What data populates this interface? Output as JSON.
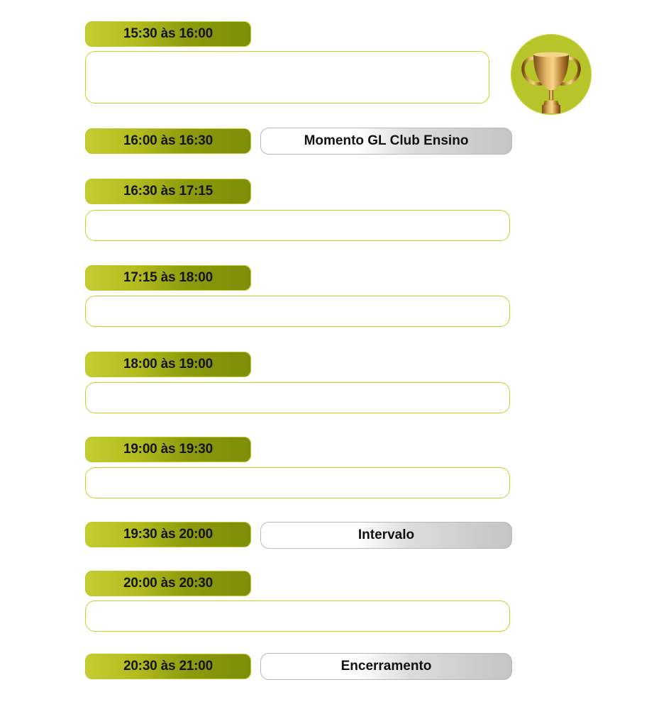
{
  "schedule": [
    {
      "time": "15:30 às 16:00",
      "event": ""
    },
    {
      "time": "16:00 às 16:30",
      "event": "Momento GL Club Ensino"
    },
    {
      "time": "16:30 às 17:15",
      "event": ""
    },
    {
      "time": "17:15 às 18:00",
      "event": ""
    },
    {
      "time": "18:00 às 19:00",
      "event": ""
    },
    {
      "time": "19:00 às 19:30",
      "event": ""
    },
    {
      "time": "19:30 às 20:00",
      "event": "Intervalo"
    },
    {
      "time": "20:00 às 20:30",
      "event": ""
    },
    {
      "time": "20:30 às 21:00",
      "event": "Encerramento"
    }
  ],
  "icons": {
    "badge": "trophy-icon"
  },
  "colors": {
    "accent_light": "#c4cd32",
    "accent_dark": "#7e8c08",
    "slot_border": "#c7d22a",
    "badge_bg": "#b8c52a",
    "grey_end": "#c4c4c4"
  }
}
